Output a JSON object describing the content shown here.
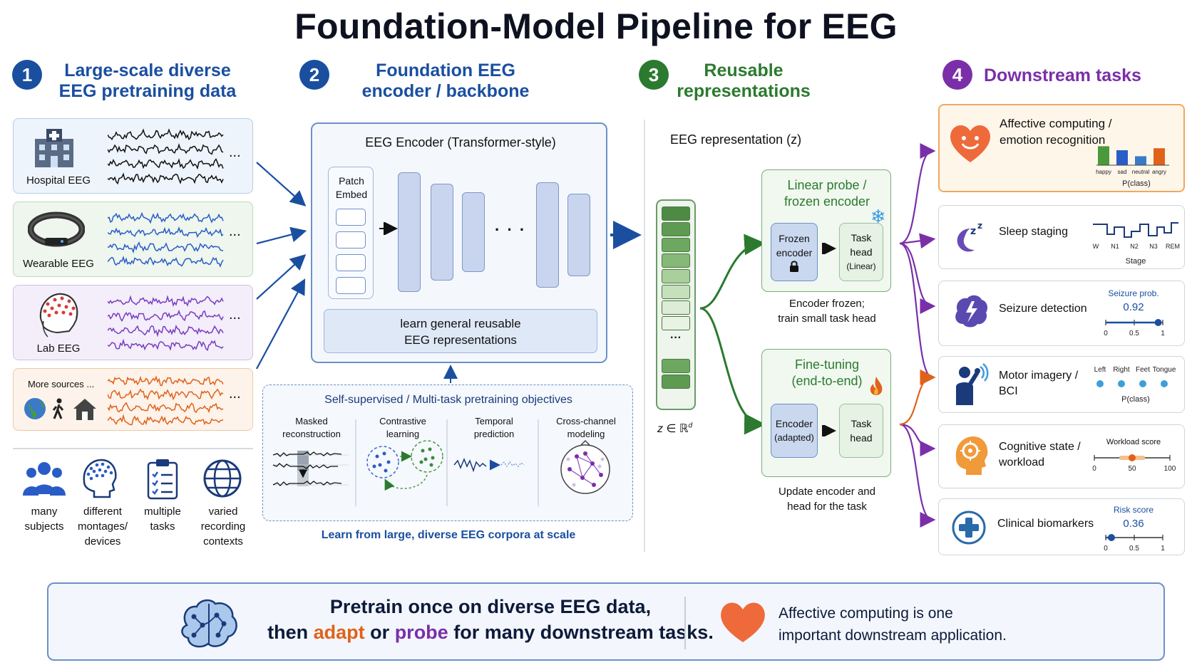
{
  "title": "Foundation-Model Pipeline for EEG",
  "sections": [
    {
      "num": "1",
      "title_l1": "Large-scale diverse",
      "title_l2": "EEG pretraining data",
      "color": "#1a4fa0"
    },
    {
      "num": "2",
      "title_l1": "Foundation EEG",
      "title_l2": "encoder / backbone",
      "color": "#1a4fa0"
    },
    {
      "num": "3",
      "title_l1": "Reusable",
      "title_l2": "representations",
      "color": "#2b7a2f"
    },
    {
      "num": "4",
      "title_l1": "Downstream tasks",
      "title_l2": "",
      "color": "#7a2fa8"
    }
  ],
  "sources": [
    {
      "label": "Hospital EEG",
      "icon": "hospital-icon",
      "wave_color": "#111111",
      "bg": "#eef4fb"
    },
    {
      "label": "Wearable EEG",
      "icon": "headband-icon",
      "wave_color": "#2a5cc8",
      "bg": "#eef6ee"
    },
    {
      "label": "Lab EEG",
      "icon": "eeg-cap-icon",
      "wave_color": "#7a3cc0",
      "bg": "#f3eefa"
    },
    {
      "label": "More sources ...",
      "icon": "globe-person-home-icon",
      "wave_color": "#e0621a",
      "bg": "#fdf3ea"
    }
  ],
  "ellipsis": "...",
  "diversity": [
    {
      "label_l1": "many",
      "label_l2": "subjects",
      "label_l3": "",
      "icon": "people-icon"
    },
    {
      "label_l1": "different",
      "label_l2": "montages/",
      "label_l3": "devices",
      "icon": "eeg-head-icon"
    },
    {
      "label_l1": "multiple",
      "label_l2": "tasks",
      "label_l3": "",
      "icon": "clipboard-icon"
    },
    {
      "label_l1": "varied",
      "label_l2": "recording",
      "label_l3": "contexts",
      "icon": "globe-icon"
    }
  ],
  "encoder": {
    "title": "EEG Encoder (Transformer-style)",
    "patch_l1": "Patch",
    "patch_l2": "Embed",
    "dots": "· · ·",
    "learn_l1": "learn general reusable",
    "learn_l2": "EEG representations"
  },
  "ssl": {
    "title": "Self-supervised / Multi-task pretraining objectives",
    "objectives": [
      {
        "l1": "Masked",
        "l2": "reconstruction"
      },
      {
        "l1": "Contrastive",
        "l2": "learning"
      },
      {
        "l1": "Temporal",
        "l2": "prediction"
      },
      {
        "l1": "Cross-channel",
        "l2": "modeling"
      }
    ],
    "footer": "Learn from large, diverse EEG corpora at scale"
  },
  "representation": {
    "title": "EEG representation (z)",
    "dots": "···",
    "formula": "z ∈ ℝ",
    "formula_sup": "d"
  },
  "probe": {
    "title_l1": "Linear probe /",
    "title_l2": "frozen encoder",
    "frozen_l1": "Frozen",
    "frozen_l2": "encoder",
    "head_l1": "Task",
    "head_l2": "head",
    "head_l3": "(Linear)",
    "caption_l1": "Encoder frozen;",
    "caption_l2": "train small task head"
  },
  "finetune": {
    "title_l1": "Fine-tuning",
    "title_l2": "(end-to-end)",
    "enc_l1": "Encoder",
    "enc_l2": "(adapted)",
    "head_l1": "Task",
    "head_l2": "head",
    "caption_l1": "Update encoder and",
    "caption_l2": "head for the task"
  },
  "tasks": {
    "affective": {
      "title_l1": "Affective computing /",
      "title_l2": "emotion recognition",
      "classes": [
        "happy",
        "sad",
        "neutral",
        "angry"
      ],
      "values": [
        0.95,
        0.75,
        0.45,
        0.85
      ],
      "colors": [
        "#4a9a3c",
        "#2a5cc8",
        "#3a7ac8",
        "#e0621a"
      ],
      "axis_label": "P(class)"
    },
    "sleep": {
      "title": "Sleep staging",
      "stages": [
        "W",
        "N1",
        "N2",
        "N3",
        "REM"
      ],
      "axis_label": "Stage"
    },
    "seizure": {
      "title": "Seizure detection",
      "prob_label": "Seizure prob.",
      "prob_value": "0.92",
      "ticks": [
        "0",
        "0.5",
        "1"
      ],
      "value": 0.92
    },
    "motor": {
      "title_l1": "Motor imagery /",
      "title_l2": "BCI",
      "classes": [
        "Left",
        "Right",
        "Feet",
        "Tongue"
      ],
      "axis_label": "P(class)"
    },
    "cognitive": {
      "title_l1": "Cognitive state /",
      "title_l2": "workload",
      "score_label": "Workload score",
      "ticks": [
        "0",
        "50",
        "100"
      ],
      "value": 50
    },
    "clinical": {
      "title": "Clinical biomarkers",
      "risk_label": "Risk score",
      "risk_value": "0.36",
      "ticks": [
        "0",
        "0.5",
        "1"
      ],
      "value": 0.1
    }
  },
  "bottom": {
    "line1": "Pretrain once on diverse EEG data,",
    "line2_a": "then ",
    "line2_adapt": "adapt",
    "line2_b": " or ",
    "line2_probe": "probe",
    "line2_c": " for many downstream tasks.",
    "right_l1": "Affective computing is one",
    "right_l2": "important downstream application.",
    "adapt_color": "#e0621a",
    "probe_color": "#7a2fa8"
  }
}
